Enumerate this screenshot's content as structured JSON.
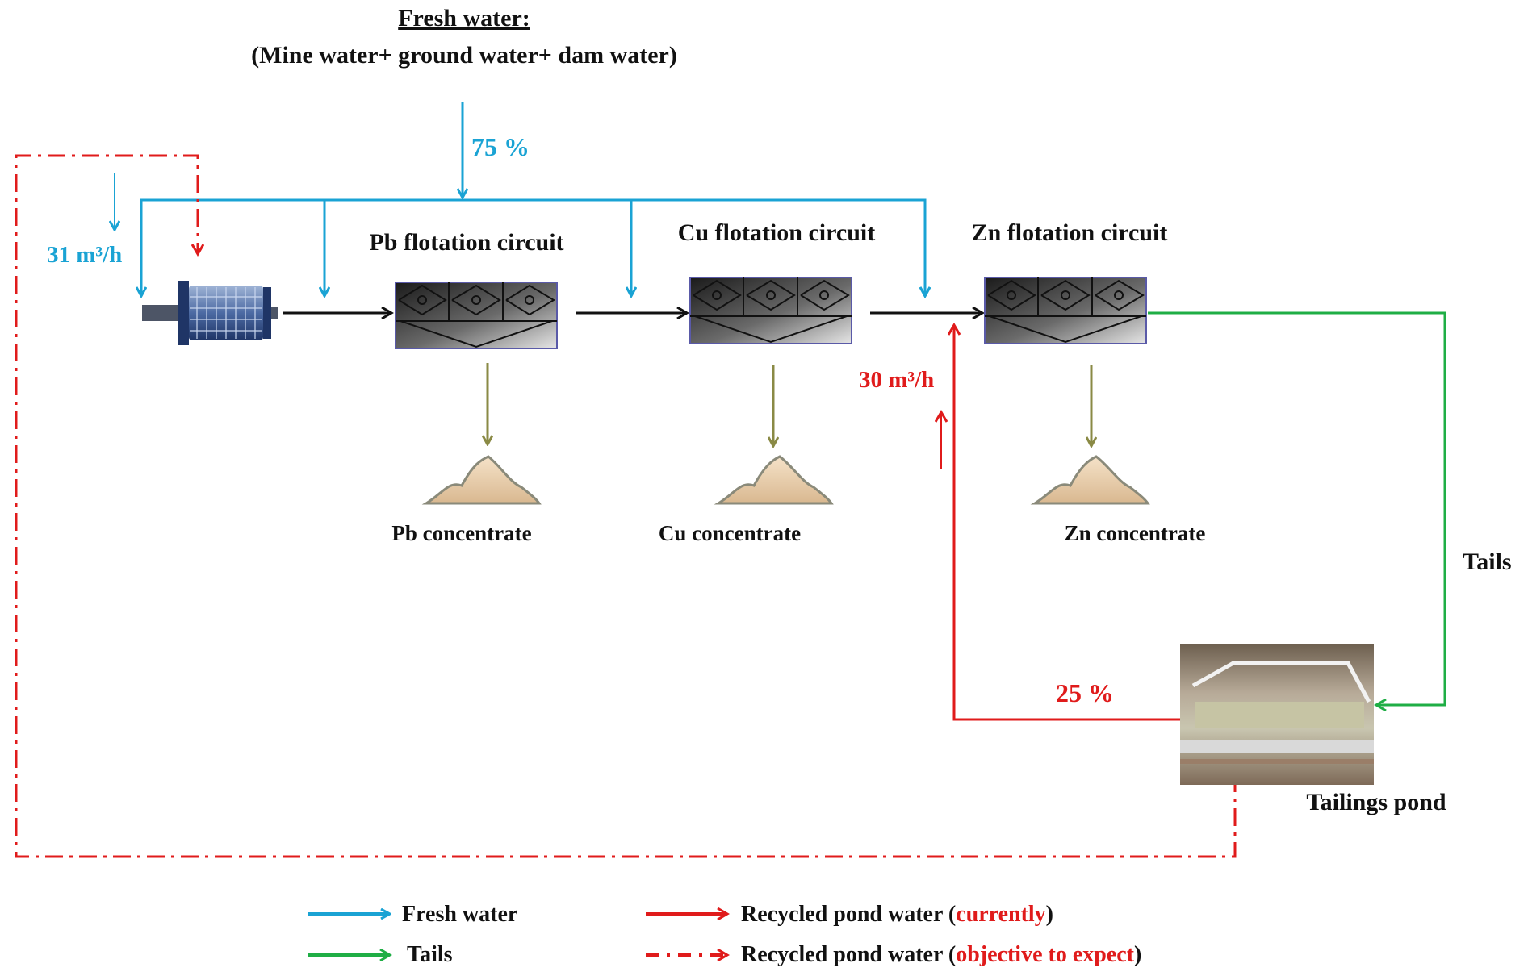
{
  "fresh_water": {
    "title": "Fresh water:",
    "sources": "(Mine water+ ground water+ dam water)",
    "share": "75 %",
    "mill_flow": "31 m³/h"
  },
  "circuits": {
    "pb": {
      "label": "Pb flotation circuit",
      "concentrate": "Pb concentrate"
    },
    "cu": {
      "label": "Cu flotation circuit",
      "concentrate": "Cu concentrate"
    },
    "zn": {
      "label": "Zn flotation circuit",
      "concentrate": "Zn concentrate"
    }
  },
  "recycle": {
    "flow": "30 m³/h",
    "share": "25 %"
  },
  "tails_label": "Tails",
  "pond_label": "Tailings pond",
  "legend": {
    "fresh": "Fresh water",
    "tails": "Tails",
    "recycled_current_prefix": "Recycled pond water (",
    "recycled_current_note": "currently",
    "recycled_expected_prefix": "Recycled pond water (",
    "recycled_expected_note": "objective to expect",
    "suffix": ")"
  },
  "colors": {
    "fresh": "#1aa3d4",
    "recycled": "#e01b1b",
    "tails": "#1fae45",
    "concentrate": "#8a8a45",
    "flow": "#111111"
  }
}
